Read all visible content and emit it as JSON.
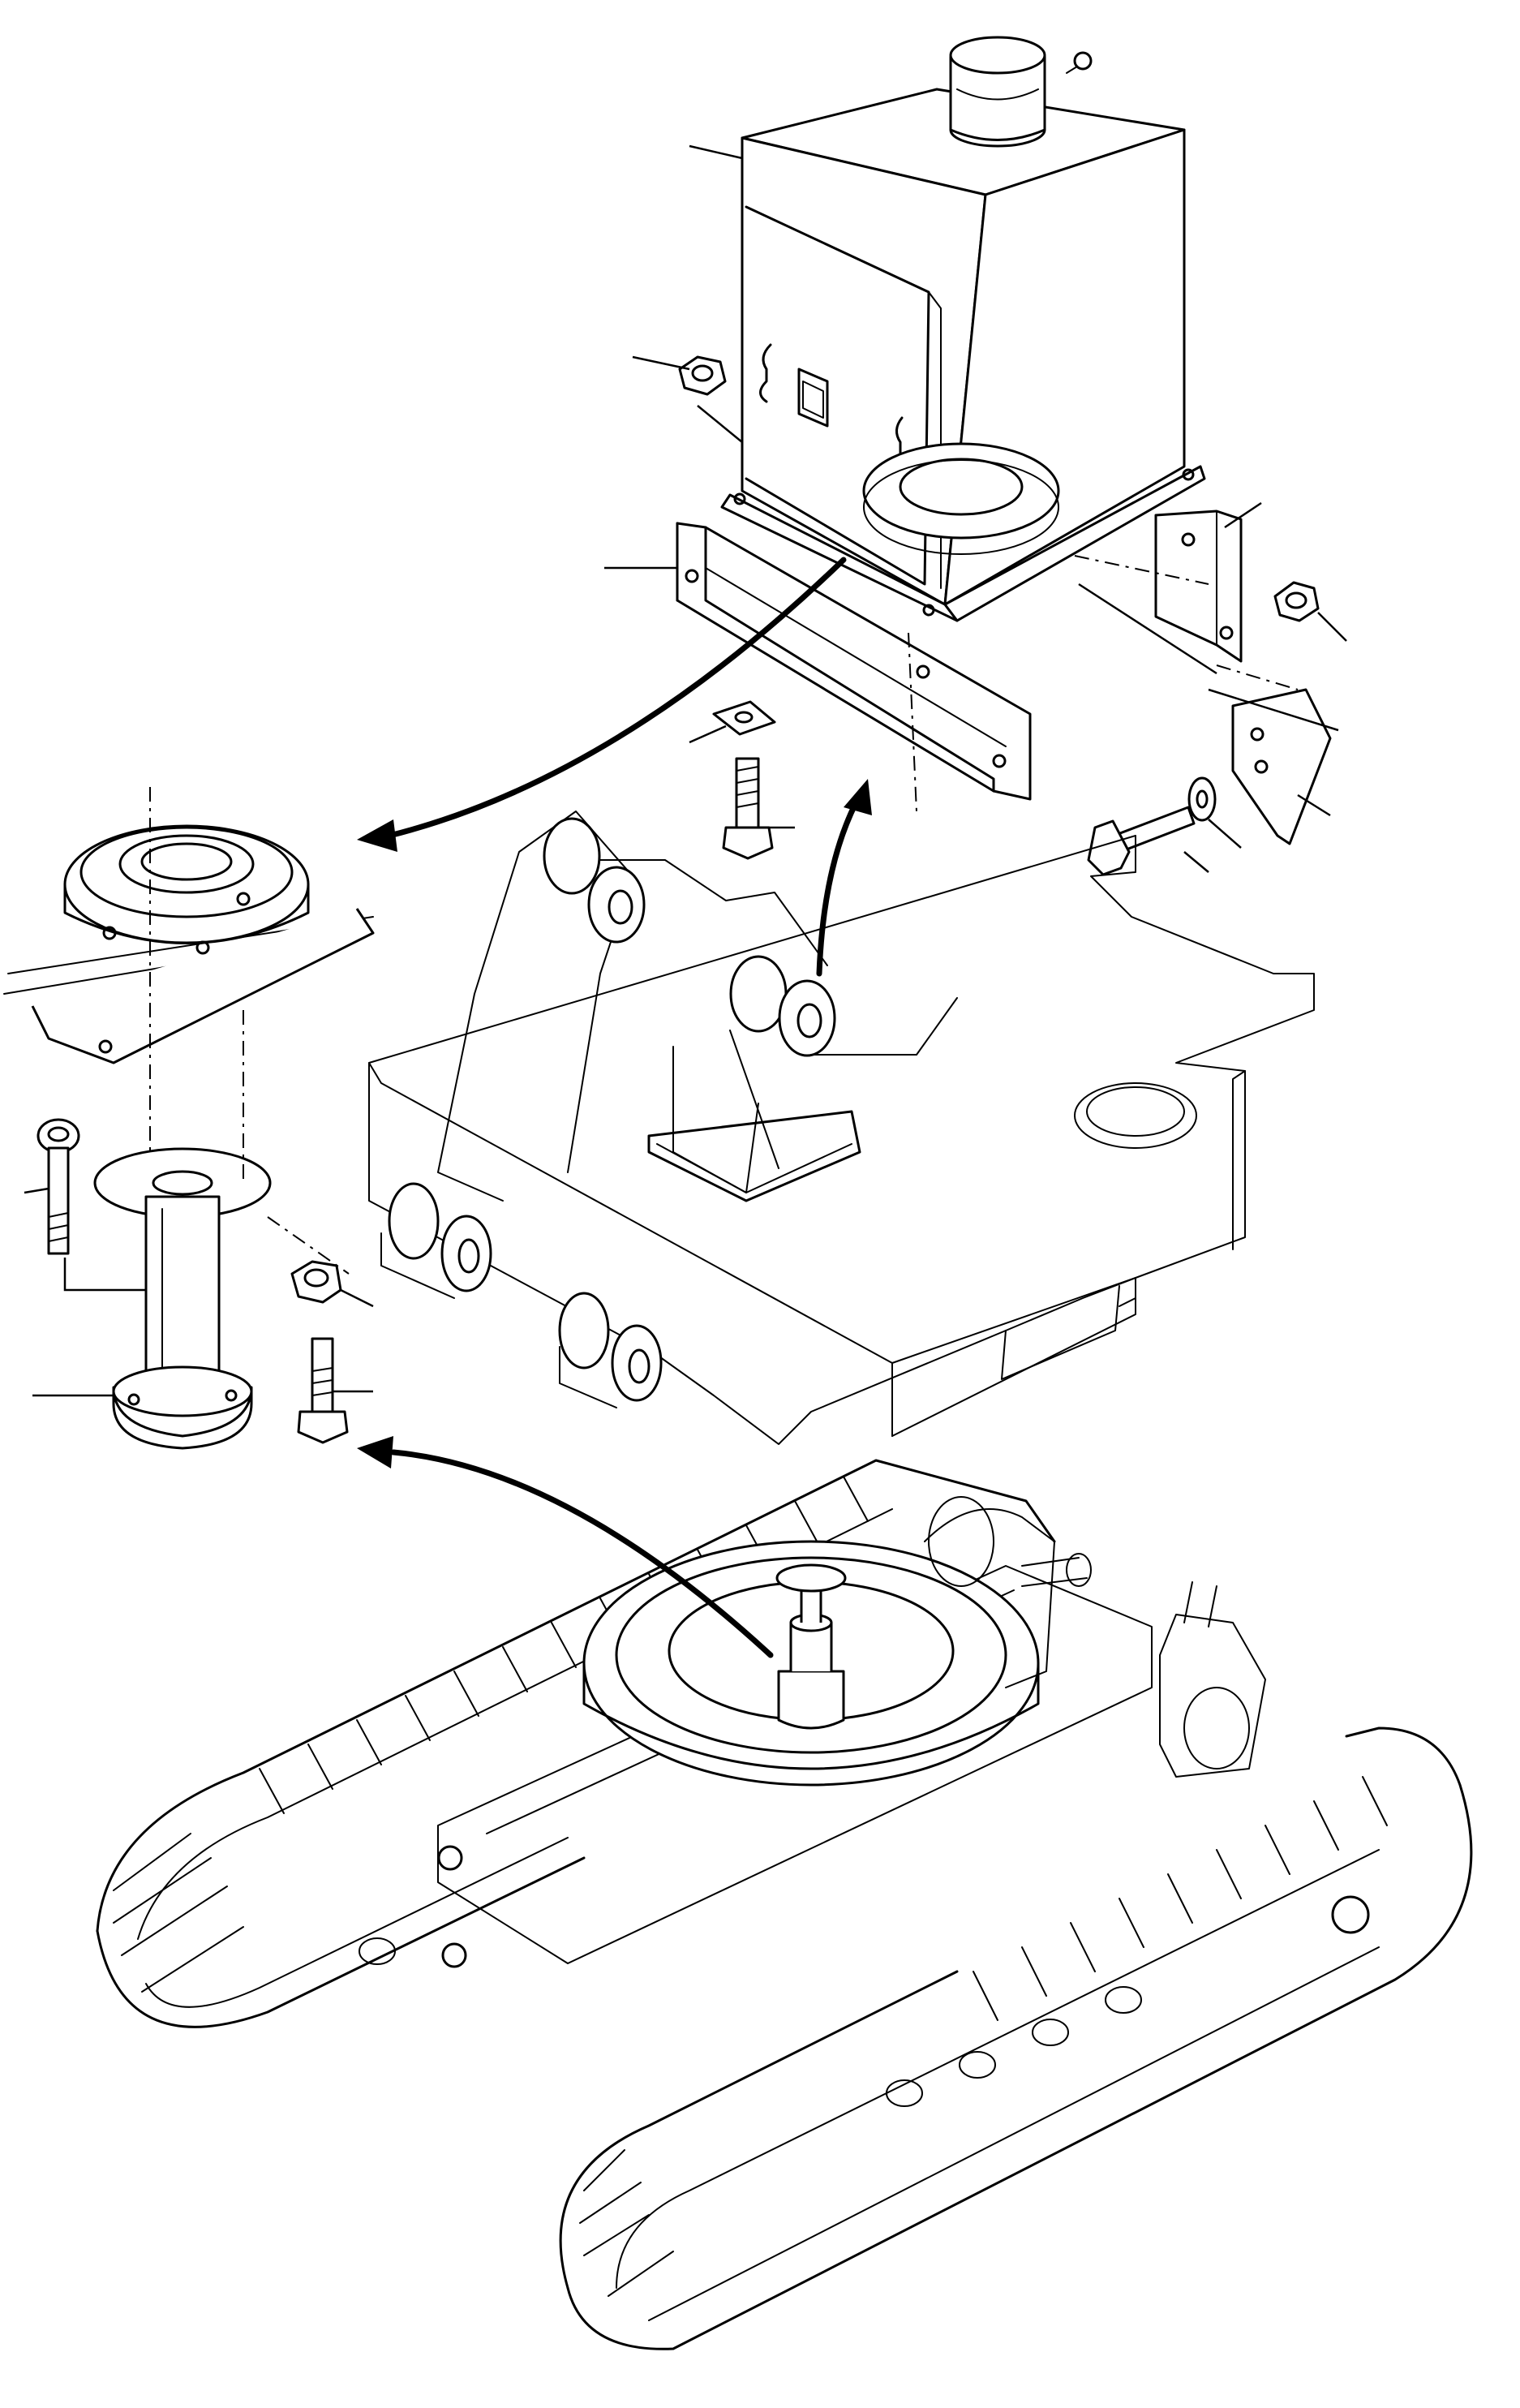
{
  "diagram": {
    "colors": {
      "line": "#000000",
      "background": "#ffffff"
    },
    "parts": [
      {
        "name": "hydraulic-tank"
      },
      {
        "name": "mounting-bracket-left"
      },
      {
        "name": "mounting-bracket-right"
      },
      {
        "name": "tank-nut-left"
      },
      {
        "name": "tank-nut-right"
      },
      {
        "name": "square-washer"
      },
      {
        "name": "tank-bolt"
      },
      {
        "name": "bracket-bolt"
      },
      {
        "name": "bracket-washer"
      },
      {
        "name": "bracket-plate"
      },
      {
        "name": "swivel-flange-detail"
      },
      {
        "name": "swivel-spacer-tube"
      },
      {
        "name": "spacer-bolt"
      },
      {
        "name": "spacer-nut"
      },
      {
        "name": "spacer-stud"
      },
      {
        "name": "upper-frame"
      },
      {
        "name": "undercarriage"
      }
    ]
  }
}
